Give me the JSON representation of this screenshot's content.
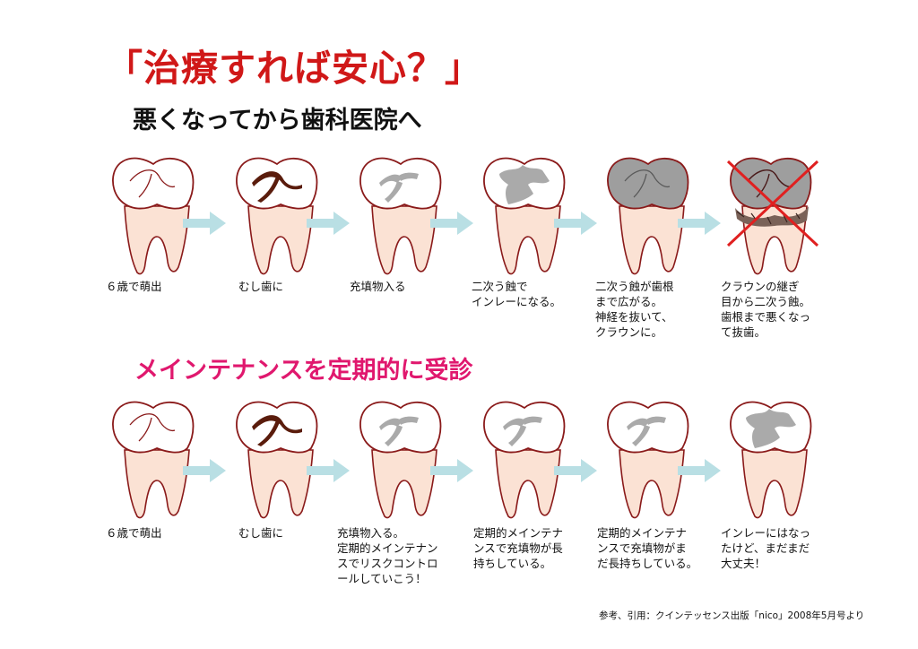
{
  "title": "「治療すれば安心？」",
  "row1": {
    "heading": "悪くなってから歯科医院へ",
    "steps": [
      {
        "caption": [
          "６歳で萌出"
        ],
        "state": "healthy"
      },
      {
        "caption": [
          "むし歯に"
        ],
        "state": "cavity"
      },
      {
        "caption": [
          "充填物入る"
        ],
        "state": "filling-small"
      },
      {
        "caption": [
          "二次う蝕で",
          "インレーになる。"
        ],
        "state": "inlay"
      },
      {
        "caption": [
          "二次う蝕が歯根",
          "まで広がる。",
          "神経を抜いて、",
          "クラウンに。"
        ],
        "state": "crown"
      },
      {
        "caption": [
          "クラウンの継ぎ",
          "目から二次う蝕。",
          "歯根まで悪くなっ",
          "て抜歯。"
        ],
        "state": "extracted"
      }
    ]
  },
  "row2": {
    "heading": "メインテナンスを定期的に受診",
    "steps": [
      {
        "caption": [
          "６歳で萌出"
        ],
        "state": "healthy"
      },
      {
        "caption": [
          "むし歯に"
        ],
        "state": "cavity"
      },
      {
        "caption": [
          "充填物入る。",
          "定期的メインテナン",
          "スでリスクコントロ",
          "ールしていこう！"
        ],
        "state": "filling-small"
      },
      {
        "caption": [
          "定期的メインテナ",
          "ンスで充填物が長",
          "持ちしている。"
        ],
        "state": "filling-small"
      },
      {
        "caption": [
          "定期的メインテナ",
          "ンスで充填物がま",
          "だ長持ちしている。"
        ],
        "state": "filling-small"
      },
      {
        "caption": [
          "インレーにはなっ",
          "たけど、まだまだ",
          "大丈夫！"
        ],
        "state": "inlay"
      }
    ]
  },
  "source": "参考、引用：クインテッセンス出版「nico」2008年5月号より",
  "colors": {
    "title": "#d01818",
    "subtitle2": "#e0186e",
    "outline": "#8a1a1a",
    "crown": "#ffffff",
    "root": "#fbe2d4",
    "filling": "#aaaaaa",
    "metal": "#9e9e9e",
    "cavity": "#5a1c0c",
    "arrow": "#b9dfe4",
    "cross": "#e02020"
  }
}
